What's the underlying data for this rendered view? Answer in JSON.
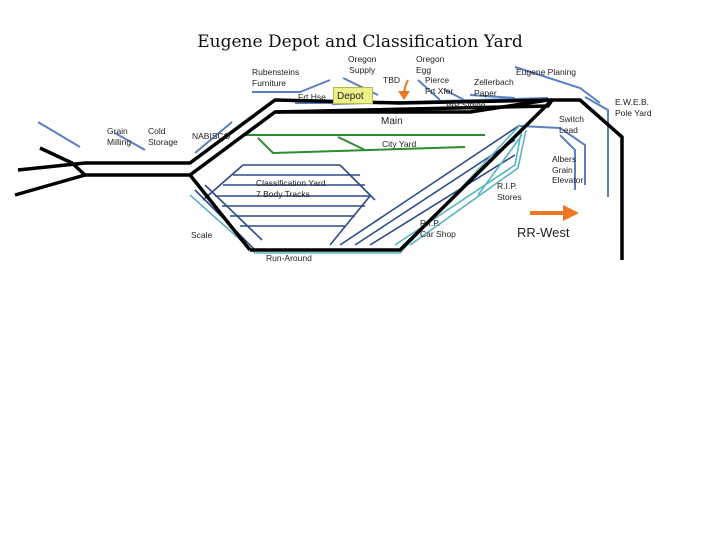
{
  "title": "Eugene Depot and Classification Yard",
  "labels": {
    "rubensteins": "Rubensteins\nFurniture",
    "oregon_supply": "Oregon\nSupply",
    "oregon_egg": "Oregon\nEgg",
    "tbd": "TBD",
    "pierce": "Pierce\nFrt Xfer",
    "zellerbach": "Zellerbach\nPaper",
    "eugene_planing": "Eugene Planing",
    "eweb": "E.W.E.B.\nPole Yard",
    "frt_hse": "Frt Hse",
    "depot": "Depot",
    "wp_siding": "WP Siding",
    "main": "Main",
    "switch_lead": "Switch\nLead",
    "grain_milling": "Grain\nMilling",
    "cold_storage": "Cold\nStorage",
    "nabisco": "NABISCO",
    "city_yard": "City Yard",
    "albers": "Albers\nGrain\nElevator",
    "class_yard": "Classification Yard\n7 Body Tracks",
    "rip_stores": "R.I.P.\nStores",
    "rip_car_shop": "R.I.P.\nCar Shop",
    "rr_west": "RR-West",
    "scale": "Scale",
    "run_around": "Run-Around"
  },
  "colors": {
    "main_line": "#000000",
    "siding": "#5b7fbf",
    "city_yard": "#2e8b2e",
    "car_shop": "#5ab4c4",
    "classification": "#2f4a8a",
    "depot_fill": "#eef08a",
    "arrow": "#ee7722"
  }
}
